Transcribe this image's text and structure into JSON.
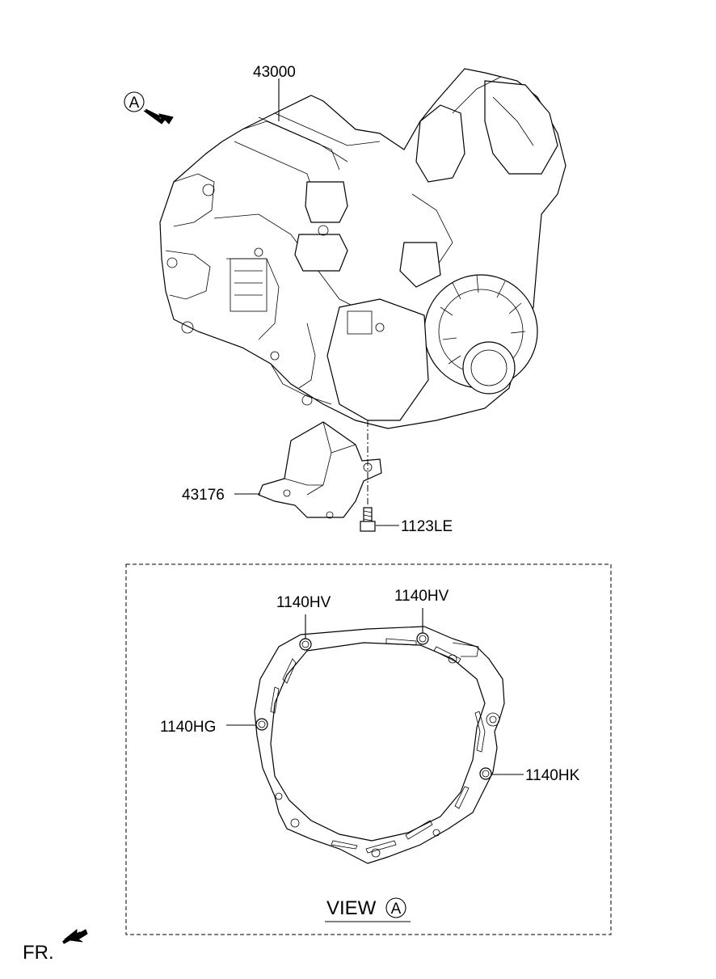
{
  "labels": {
    "assembly": "43000",
    "bracket": "43176",
    "bolt": "1123LE",
    "hv_left": "1140HV",
    "hv_right": "1140HV",
    "hg": "1140HG",
    "hk": "1140HK",
    "view_text": "VIEW",
    "view_marker": "A",
    "arrow_marker": "A",
    "front": "FR."
  }
}
